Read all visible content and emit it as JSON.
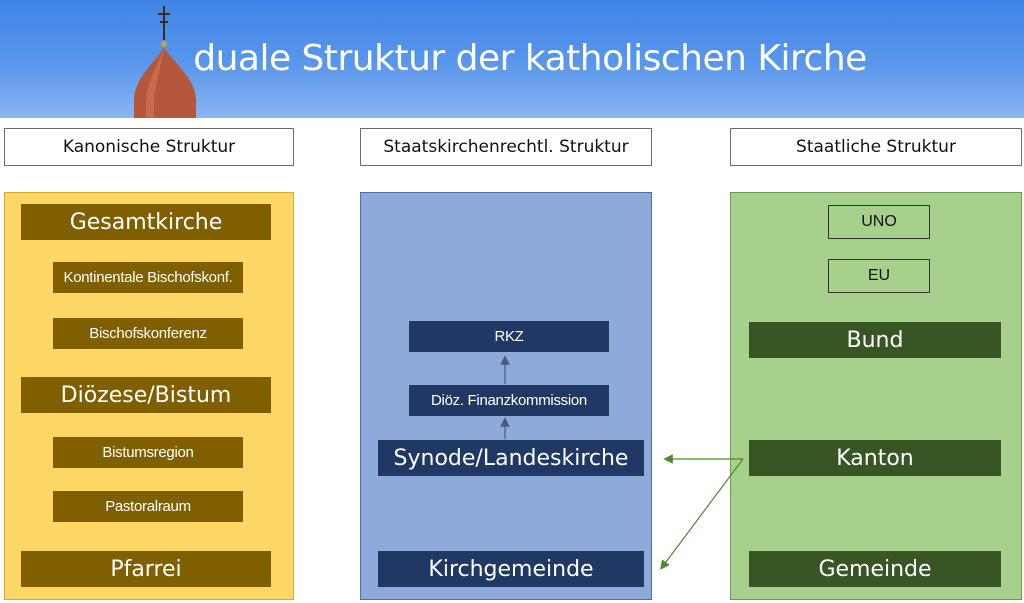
{
  "title": "duale Struktur der katholischen Kirche",
  "columns": [
    {
      "header": "Kanonische Struktur",
      "items": [
        "Gesamtkirche",
        "Kontinentale Bischofskonf.",
        "Bischofskonferenz",
        "Diözese/Bistum",
        "Bistumsregion",
        "Pastoralraum",
        "Pfarrei"
      ]
    },
    {
      "header": "Staatskirchenrechtl. Struktur",
      "items": [
        "RKZ",
        "Diöz. Finanzkommission",
        "Synode/Landeskirche",
        "Kirchgemeinde"
      ]
    },
    {
      "header": "Staatliche Struktur",
      "items": [
        "UNO",
        "EU",
        "Bund",
        "Kanton",
        "Gemeinde"
      ]
    }
  ],
  "colors": {
    "canonical_panel": "#ffd766",
    "canonical_box": "#7f5f00",
    "church_state_panel": "#8eaadb",
    "church_state_box": "#1f3864",
    "state_panel": "#a8d08d",
    "state_box": "#375623",
    "connector": "#4e8a2e"
  }
}
